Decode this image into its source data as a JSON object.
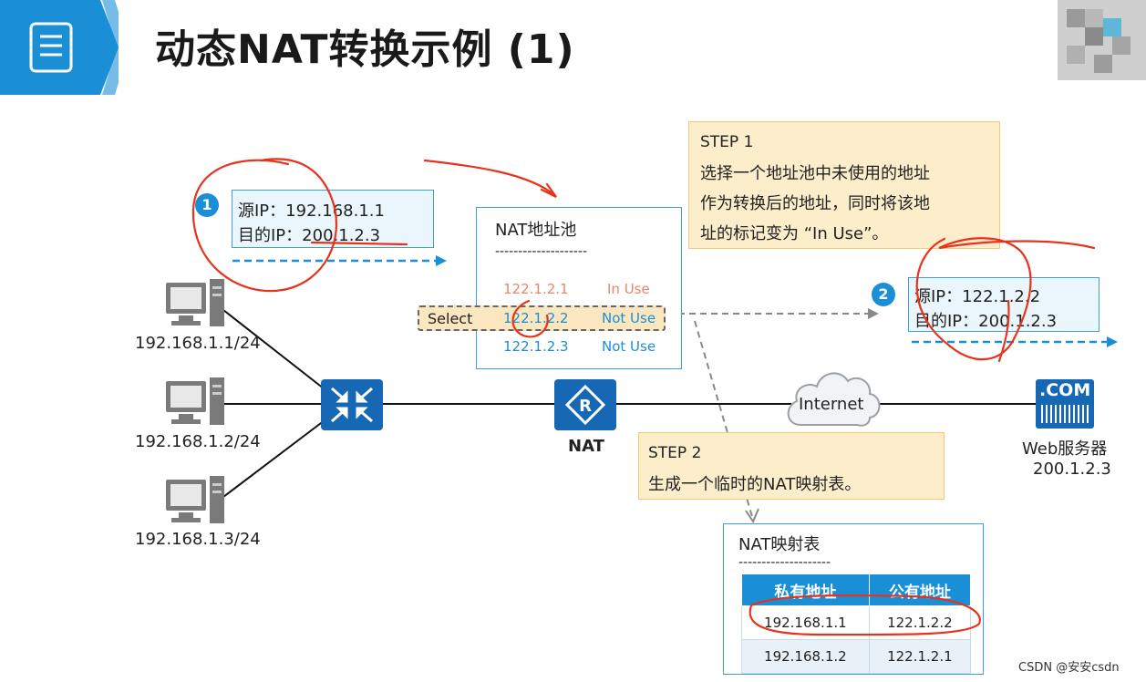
{
  "title": "动态NAT转换示例 (1)",
  "packet1": {
    "badge": "1",
    "src": "源IP：192.168.1.1",
    "dst": "目的IP：200.1.2.3"
  },
  "packet2": {
    "badge": "2",
    "src": "源IP：122.1.2.2",
    "dst": "目的IP：200.1.2.3"
  },
  "pool": {
    "title": "NAT地址池",
    "separator": "--------------------",
    "entries": [
      {
        "ip": "122.1.2.1",
        "status": "In Use",
        "color": "#e8866a"
      },
      {
        "ip": "122.1.2.2",
        "status": "Not Use",
        "color": "#1a8fd6"
      },
      {
        "ip": "122.1.2.3",
        "status": "Not Use",
        "color": "#1a8fd6"
      }
    ],
    "select_label": "Select"
  },
  "step1": {
    "title": "STEP 1",
    "lines": [
      "选择一个地址池中未使用的地址",
      "作为转换后的地址，同时将该地",
      "址的标记变为 “In Use”。"
    ]
  },
  "step2": {
    "title": "STEP 2",
    "text": "生成一个临时的NAT映射表。"
  },
  "hosts": [
    "192.168.1.1/24",
    "192.168.1.2/24",
    "192.168.1.3/24"
  ],
  "router_label": "NAT",
  "cloud_label": "Internet",
  "server": {
    "badge": ".COM",
    "name": "Web服务器",
    "ip": "200.1.2.3"
  },
  "mapping": {
    "title": "NAT映射表",
    "separator": "--------------------",
    "headers": [
      "私有地址",
      "公有地址"
    ],
    "rows": [
      [
        "192.168.1.1",
        "122.1.2.2"
      ],
      [
        "192.168.1.2",
        "122.1.2.1"
      ]
    ]
  },
  "watermark": "CSDN @安安csdn",
  "colors": {
    "accent": "#1a8fd6",
    "step_bg": "#fdeecb",
    "annotation": "#e8331c"
  }
}
